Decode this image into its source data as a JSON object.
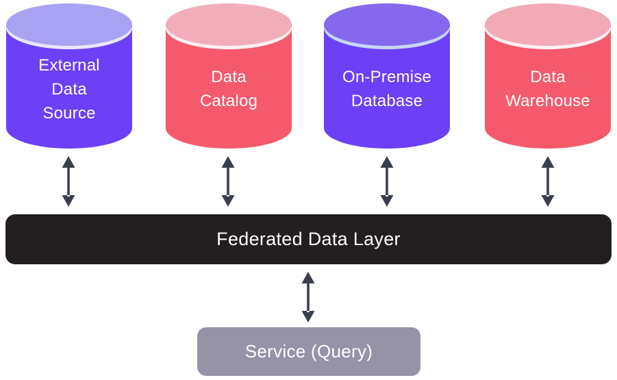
{
  "diagram": {
    "background_color": "#ffffff",
    "arrow_color": "#3b3e4c",
    "text_color": "#ffffff",
    "databases": [
      {
        "label": "External Data Source",
        "lines": [
          "External",
          "Data",
          "Source"
        ],
        "body_color": "#6c40f6",
        "top_color": "#a9a2f2",
        "rim_color": "#e9e6fa"
      },
      {
        "label": "Data Catalog",
        "lines": [
          "Data",
          "Catalog"
        ],
        "body_color": "#f55a6c",
        "top_color": "#f2adbb",
        "rim_color": "#fceff2"
      },
      {
        "label": "On-Premise Database",
        "lines": [
          "On-Premise",
          "Database"
        ],
        "body_color": "#6c40f6",
        "top_color": "#8468ee",
        "rim_color": "#c7d6f4"
      },
      {
        "label": "Data Warehouse",
        "lines": [
          "Data",
          "Warehouse"
        ],
        "body_color": "#f55a6c",
        "top_color": "#f2aab7",
        "rim_color": "#fceff2"
      }
    ],
    "federated_layer": {
      "label": "Federated Data Layer",
      "color": "#231f20",
      "text_color": "#ffffff"
    },
    "service": {
      "label": "Service (Query)",
      "color": "#9793a7",
      "text_color": "#ffffff"
    }
  }
}
